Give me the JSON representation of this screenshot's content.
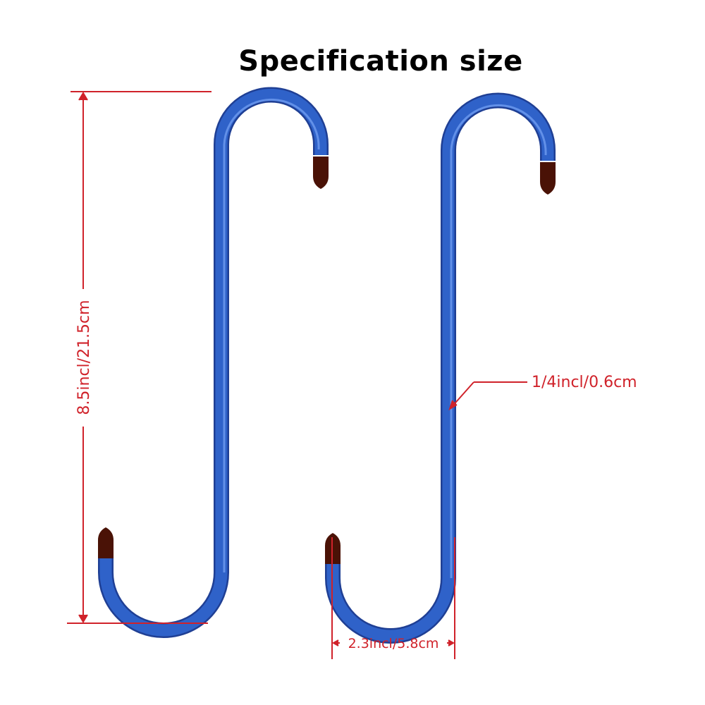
{
  "title": "Specification size",
  "dimensions": {
    "height": "8.5incl/21.5cm",
    "diameter": "1/4incl/0.6cm",
    "width": "2.3incl/5.8cm"
  },
  "colors": {
    "hook": "#2f62c9",
    "hook_dark": "#1f3f94",
    "hook_highlight": "#6f9cf0",
    "tip": "#4a1206",
    "dimension_line": "#d0222a"
  },
  "icons": [
    "s-hook-left",
    "s-hook-right"
  ]
}
